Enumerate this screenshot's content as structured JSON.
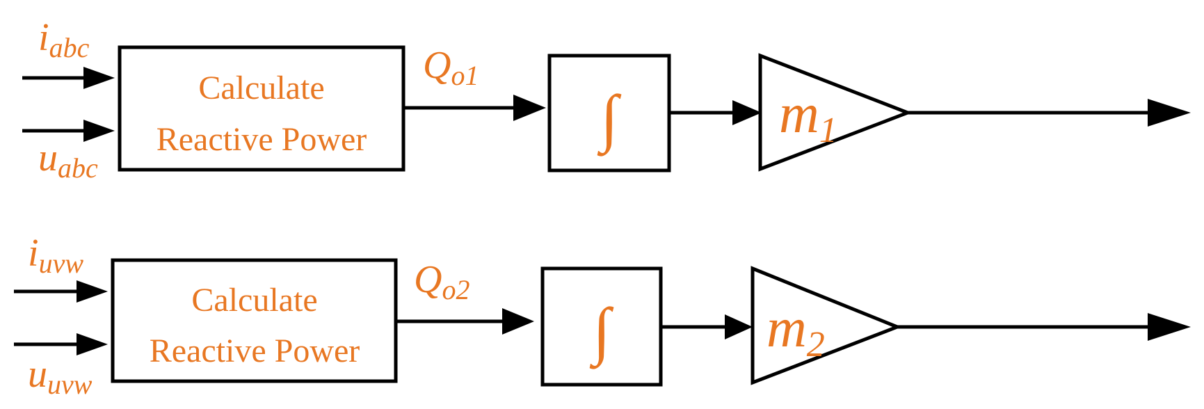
{
  "colors": {
    "text": "#E87722",
    "lines": "#000000",
    "background": "#ffffff"
  },
  "rows": [
    {
      "input_top": {
        "base": "i",
        "sub": "abc"
      },
      "input_bottom": {
        "base": "u",
        "sub": "abc"
      },
      "block_line1": "Calculate",
      "block_line2": "Reactive Power",
      "output": {
        "base": "Q",
        "sub": "o1"
      },
      "integrator_symbol": "∫",
      "gain": {
        "base": "m",
        "sub": "1"
      }
    },
    {
      "input_top": {
        "base": "i",
        "sub": "uvw"
      },
      "input_bottom": {
        "base": "u",
        "sub": "uvw"
      },
      "block_line1": "Calculate",
      "block_line2": "Reactive Power",
      "output": {
        "base": "Q",
        "sub": "o2"
      },
      "integrator_symbol": "∫",
      "gain": {
        "base": "m",
        "sub": "2"
      }
    }
  ]
}
